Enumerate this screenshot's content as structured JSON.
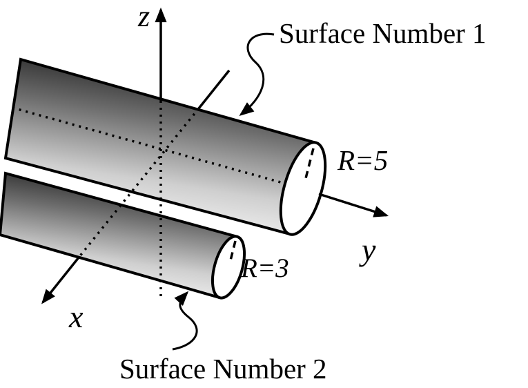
{
  "diagram": {
    "surface1_label": "Surface Number 1",
    "surface2_label": "Surface Number 2",
    "radius1_label": "R=5",
    "radius2_label": "R=3",
    "axis_labels": {
      "x": "x",
      "y": "y",
      "z": "z"
    },
    "radii": {
      "surface1": 5,
      "surface2": 3
    },
    "colors": {
      "stroke": "#000000",
      "background": "#ffffff",
      "shade_top": "#161616",
      "shade_upper_mid": "#6e6e6e",
      "shade_lower_mid": "#cfcfcf",
      "shade_bottom": "#fbfbfb",
      "end_cap_fill": "#ffffff"
    }
  }
}
